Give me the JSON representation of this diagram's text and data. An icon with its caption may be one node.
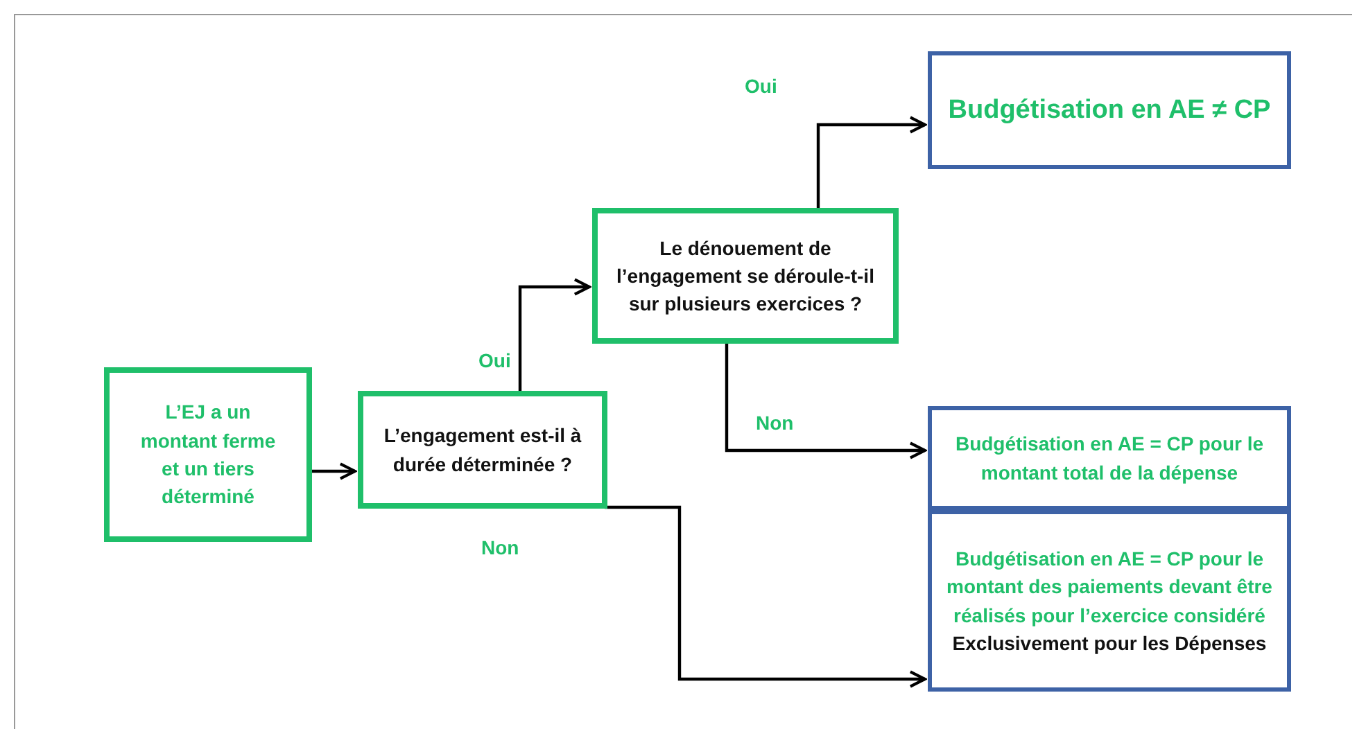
{
  "diagram": {
    "nodes": [
      {
        "text": [
          "L’EJ a un montant ferme et un tiers déterminé"
        ]
      },
      {
        "text": [
          "L’engagement est-il à durée déterminée ?"
        ]
      },
      {
        "text": [
          "Le dénouement de l’engagement se déroule-t-il sur plusieurs exercices ?"
        ]
      },
      {
        "text": [
          "Budgétisation en AE ≠ CP"
        ]
      },
      {
        "text": [
          "Budgétisation en AE = CP pour le montant total de la dépense"
        ]
      },
      {
        "text": [
          "Budgétisation en AE = CP pour le montant des paiements devant être réalisés pour l’exercice considéré",
          "Exclusivement pour les Dépenses"
        ]
      }
    ],
    "edges": [
      {
        "from": 0,
        "to": 1,
        "arrow": "to"
      },
      {
        "from": 1,
        "to": 2,
        "arrow": "to",
        "label": "Oui"
      },
      {
        "from": 2,
        "to": 3,
        "arrow": "to",
        "label": "Oui"
      },
      {
        "from": 2,
        "to": 4,
        "arrow": "to",
        "label": "Non"
      },
      {
        "from": 1,
        "to": 5,
        "arrow": "to",
        "label": "Non"
      }
    ]
  }
}
